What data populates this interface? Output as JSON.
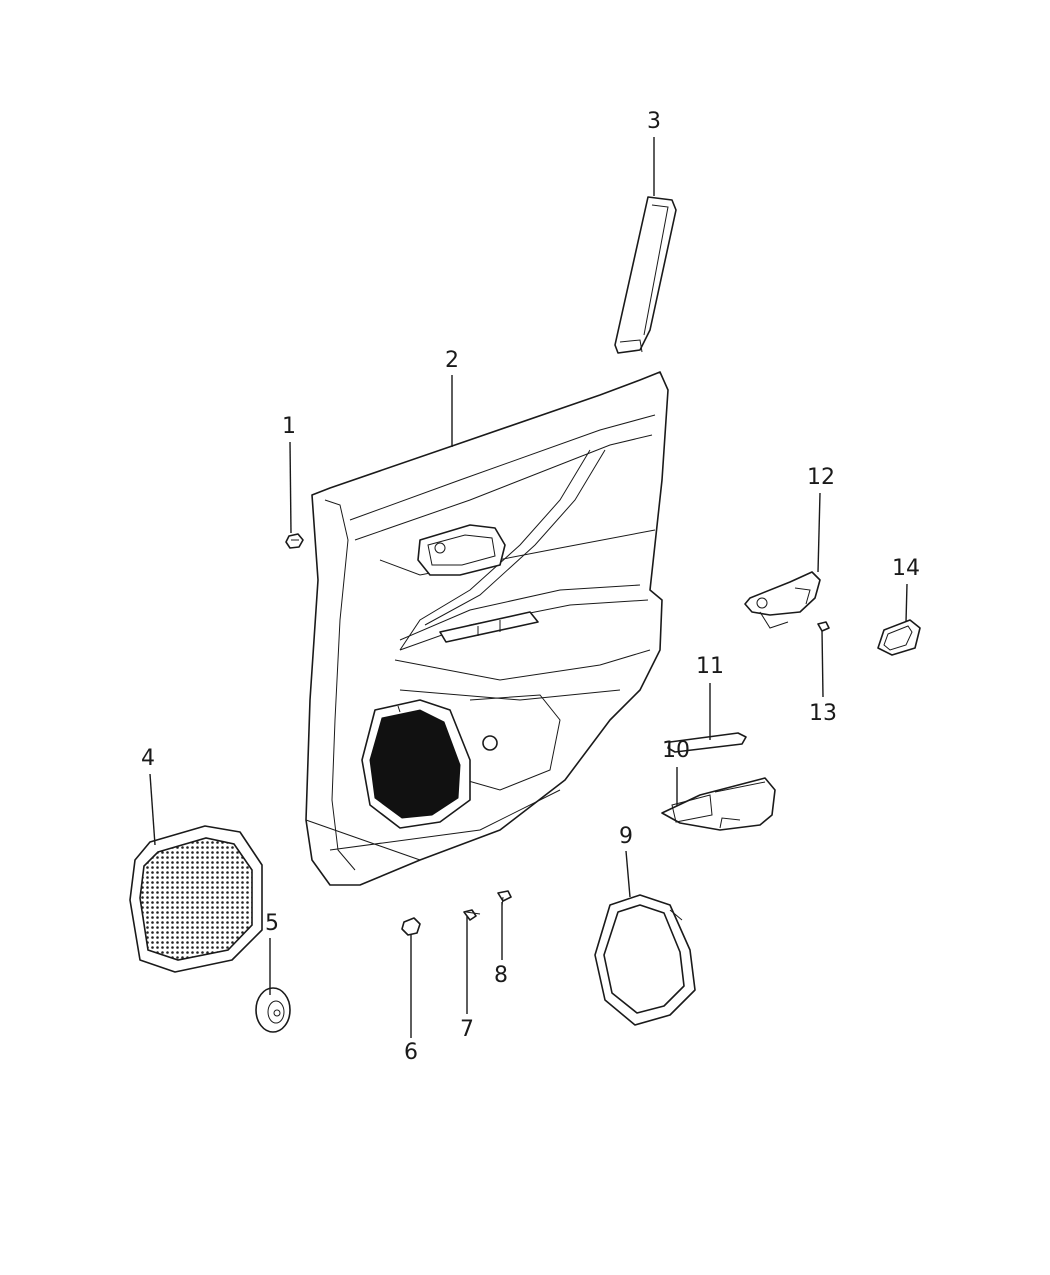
{
  "callouts": [
    {
      "id": "1",
      "label": "1"
    },
    {
      "id": "2",
      "label": "2"
    },
    {
      "id": "3",
      "label": "3"
    },
    {
      "id": "4",
      "label": "4"
    },
    {
      "id": "5",
      "label": "5"
    },
    {
      "id": "6",
      "label": "6"
    },
    {
      "id": "7",
      "label": "7"
    },
    {
      "id": "8",
      "label": "8"
    },
    {
      "id": "9",
      "label": "9"
    },
    {
      "id": "10",
      "label": "10"
    },
    {
      "id": "11",
      "label": "11"
    },
    {
      "id": "12",
      "label": "12"
    },
    {
      "id": "13",
      "label": "13"
    },
    {
      "id": "14",
      "label": "14"
    }
  ],
  "colors": {
    "line": "#1a1a1a",
    "background": "#ffffff",
    "speaker_fill": "#111111"
  }
}
